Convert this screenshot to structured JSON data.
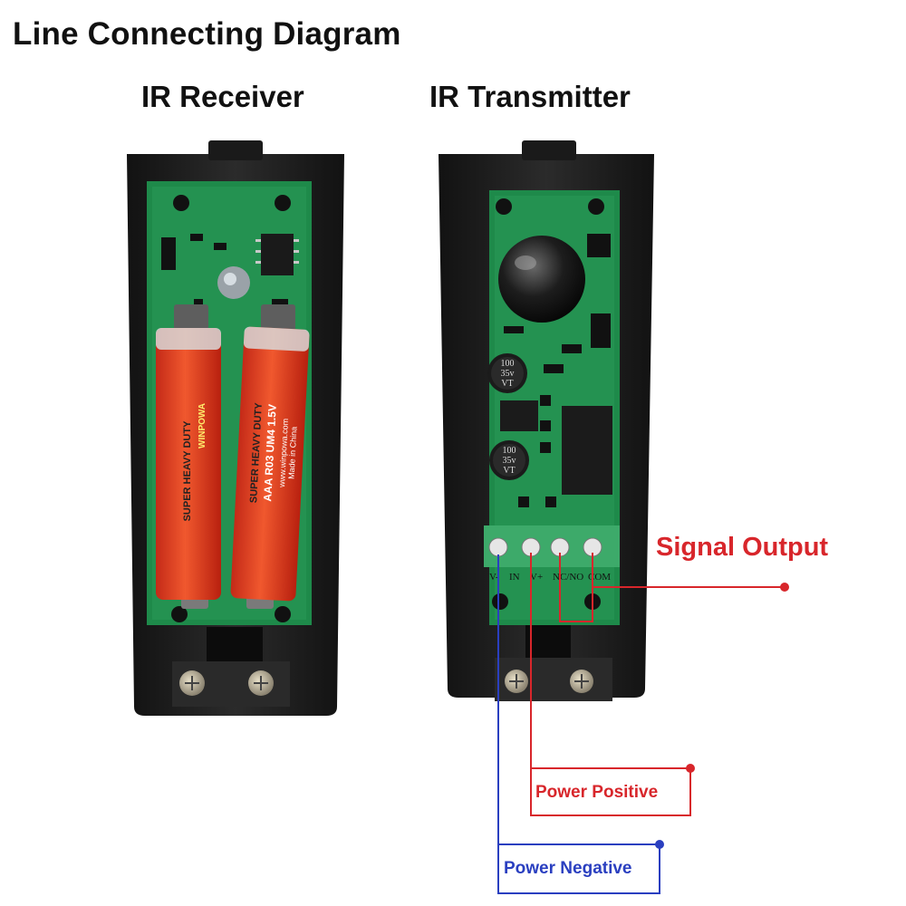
{
  "title": "Line Connecting Diagram",
  "receiver": {
    "heading": "IR Receiver",
    "battery_left": {
      "brand": "WINPOWA",
      "text": "SUPER HEAVY DUTY"
    },
    "battery_right": {
      "text1": "SUPER HEAVY DUTY",
      "text2": "AAA R03 UM4 1.5V",
      "text3": "www.winpowa.com",
      "text4": "Made in China"
    }
  },
  "transmitter": {
    "heading": "IR Transmitter",
    "cap1": {
      "line1": "100",
      "line2": "35v",
      "line3": "VT"
    },
    "cap2": {
      "line1": "100",
      "line2": "35v",
      "line3": "VT"
    },
    "terminals": [
      "V-",
      "IN",
      "V+",
      "NC/NO",
      "COM"
    ]
  },
  "labels": {
    "signal_output": "Signal Output",
    "power_positive": "Power Positive",
    "power_negative": "Power Negative"
  },
  "colors": {
    "signal_wire": "#d8262b",
    "positive_wire": "#d8262b",
    "negative_wire": "#2a3fc0",
    "pcb": "#1e8a4a",
    "housing": "#1c1c1c"
  }
}
